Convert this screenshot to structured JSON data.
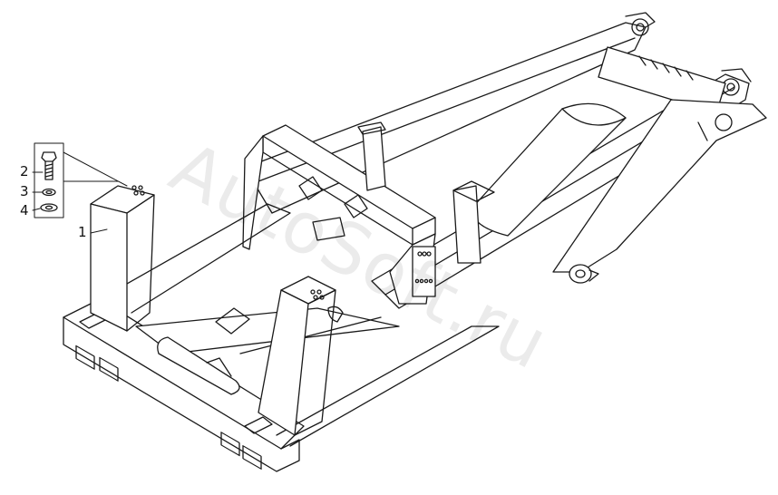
{
  "callouts": [
    {
      "id": "1",
      "label": "1"
    },
    {
      "id": "2",
      "label": "2"
    },
    {
      "id": "3",
      "label": "3"
    },
    {
      "id": "4",
      "label": "4"
    }
  ],
  "watermark": {
    "text": "AutoSoft.ru"
  },
  "colors": {
    "line": "#1a1a1a",
    "background": "#ffffff",
    "watermark": "#000000"
  }
}
